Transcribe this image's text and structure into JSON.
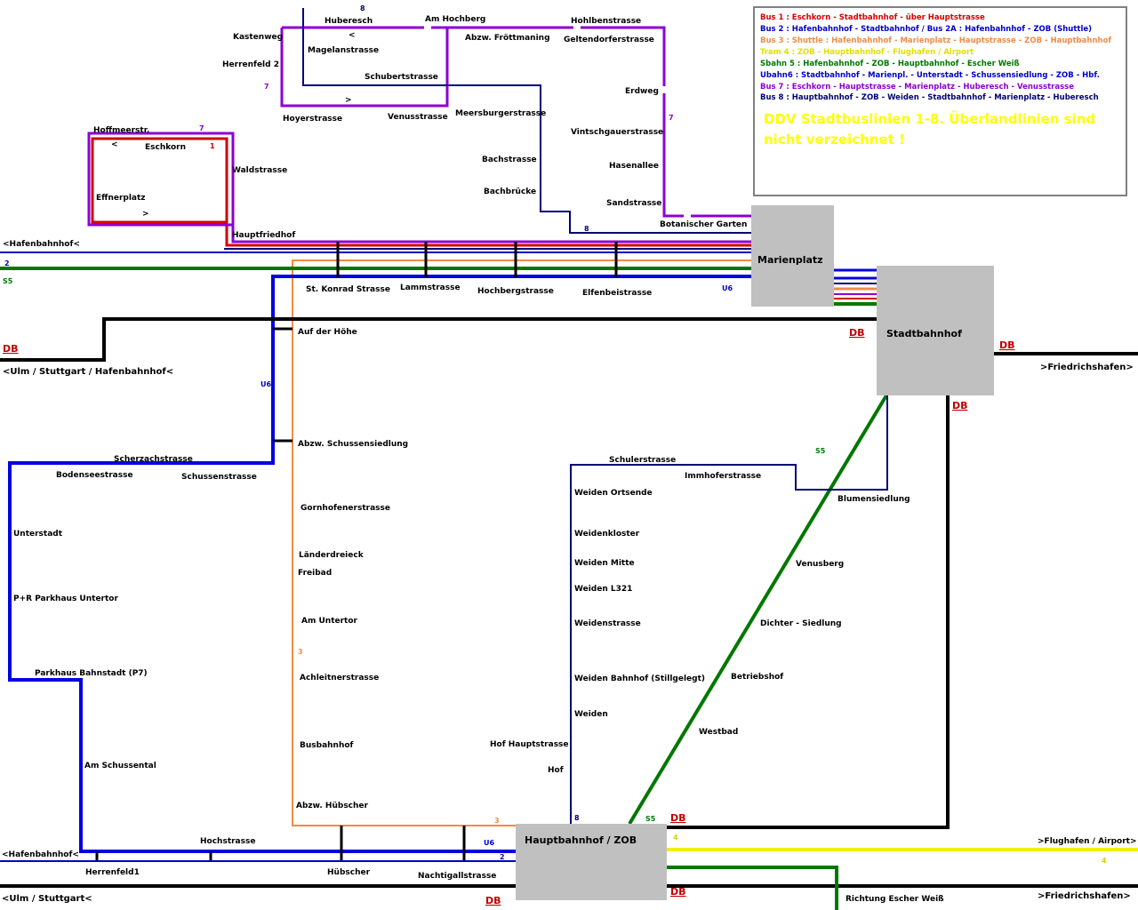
{
  "legend": {
    "lines": [
      {
        "text": "Bus 1 : Eschkorn - Stadtbahnhof - über Hauptstrasse",
        "color": "#d40000"
      },
      {
        "text": "Bus 2 : Hafenbahnhof - Stadtbahnhof / Bus 2A : Hafenbahnhof - ZOB (Shuttle)",
        "color": "#0000c8"
      },
      {
        "text": "Bus 3 : Shuttle : Hafenbahnhof - Marienplatz - Hauptstrasse - ZOB - Hauptbahnhof",
        "color": "#f08c46"
      },
      {
        "text": "Tram 4 : ZOB - Hauptbahnhof - Flughafen / Airport",
        "color": "#f0f000"
      },
      {
        "text": "Sbahn 5 : Hafenbahnhof - ZOB - Hauptbahnhof - Escher Weiß",
        "color": "#007800"
      },
      {
        "text": "Ubahn6 : Stadtbahnhof - Marienpl. - Unterstadt - Schussensiedlung - ZOB - Hbf.",
        "color": "#0000c8"
      },
      {
        "text": "Bus 7 : Eschkorn - Hauptstrasse - Marienplatz - Huberesch - Venusstrasse",
        "color": "#8c00d2"
      },
      {
        "text": "Bus 8 : Hauptbahnhof - ZOB - Weiden - Stadtbahnhof - Marienplatz - Huberesch",
        "color": "#000078"
      }
    ],
    "note": "DDV Stadtbuslinien 1-8. Überlandlinien sind nicht verzeichnet !"
  },
  "hubs": {
    "marienplatz": "Marienplatz",
    "stadtbahnhof": "Stadtbahnhof",
    "hauptbahnhof": "Hauptbahnhof / ZOB"
  },
  "db_label": "DB",
  "directions": {
    "hafen_top": "<Hafenbahnhof<",
    "ulm_top": "<Ulm / Stuttgart / Hafenbahnhof<",
    "friedrichshafen_top": ">Friedrichshafen>",
    "hafen_bottom": "<Hafenbahnhof<",
    "ulm_bottom": "<Ulm / Stuttgart<",
    "airport": ">Flughafen / Airport>",
    "friedrichshafen_bottom": ">Friedrichshafen>",
    "escher": "Richtung Escher Weiß"
  },
  "line_numbers": {
    "l1": "1",
    "l2": "2",
    "l3": "3",
    "l4": "4",
    "s5": "S5",
    "u6": "U6",
    "l7": "7",
    "l8": "8"
  },
  "arrows": {
    "left": "<",
    "right": ">"
  },
  "stops": {
    "huberesch": "Huberesch",
    "am_hochberg": "Am Hochberg",
    "hohlbenstrasse": "Hohlbenstrasse",
    "kastenweg": "Kastenweg",
    "magelanstrasse": "Magelanstrasse",
    "abzw_froettmaning": "Abzw. Fröttmaning",
    "geltendorferstrasse": "Geltendorferstrasse",
    "herrenfeld2": "Herrenfeld 2",
    "schubertstrasse": "Schubertstrasse",
    "erdweg": "Erdweg",
    "hoyerstrasse": "Hoyerstrasse",
    "venusstrasse": "Venusstrasse",
    "meersburgerstrasse": "Meersburgerstrasse",
    "vintschgauerstrasse": "Vintschgauerstrasse",
    "hoffmeerstr": "Hoffmeerstr.",
    "eschkorn": "Eschkorn",
    "hasenallee": "Hasenallee",
    "bachstrasse": "Bachstrasse",
    "waldstrasse": "Waldstrasse",
    "bachbruecke": "Bachbrücke",
    "effnerplatz": "Effnerplatz",
    "sandstrasse": "Sandstrasse",
    "botanischer_garten": "Botanischer Garten",
    "hauptfriedhof": "Hauptfriedhof",
    "st_konrad": "St. Konrad Strasse",
    "lammstrasse": "Lammstrasse",
    "hochbergstrasse": "Hochbergstrasse",
    "elfenbeistrasse": "Elfenbeistrasse",
    "auf_der_hoehe": "Auf der Höhe",
    "abzw_schussensiedlung": "Abzw. Schussensiedlung",
    "scherzachstrasse": "Scherzachstrasse",
    "bodenseestrasse": "Bodenseestrasse",
    "schussenstrasse": "Schussenstrasse",
    "schulerstrasse": "Schulerstrasse",
    "immhoferstrasse": "Immhoferstrasse",
    "weiden_ortsende": "Weiden Ortsende",
    "blumensiedlung": "Blumensiedlung",
    "gornhofenerstrasse": "Gornhofenerstrasse",
    "unterstadt": "Unterstadt",
    "weidenkloster": "Weidenkloster",
    "laenderdreieck": "Länderdreieck",
    "venusberg": "Venusberg",
    "weiden_mitte": "Weiden Mitte",
    "freibad": "Freibad",
    "weiden_l321": "Weiden L321",
    "pr_parkhaus": "P+R Parkhaus Untertor",
    "am_untertor": "Am Untertor",
    "weidenstrasse": "Weidenstrasse",
    "dichter_siedlung": "Dichter - Siedlung",
    "parkhaus_bahnstadt": "Parkhaus Bahnstadt (P7)",
    "betriebshof": "Betriebshof",
    "achleitnerstrasse": "Achleitnerstrasse",
    "weiden_bahnhof": "Weiden Bahnhof (Stillgelegt)",
    "weiden": "Weiden",
    "westbad": "Westbad",
    "busbahnhof": "Busbahnhof",
    "hof_hauptstrasse": "Hof Hauptstrasse",
    "am_schussental": "Am Schussental",
    "hof": "Hof",
    "abzw_huebscher": "Abzw. Hübscher",
    "hochstrasse": "Hochstrasse",
    "herrenfeld1": "Herrenfeld1",
    "huebscher": "Hübscher",
    "nachtigallstrasse": "Nachtigallstrasse"
  }
}
